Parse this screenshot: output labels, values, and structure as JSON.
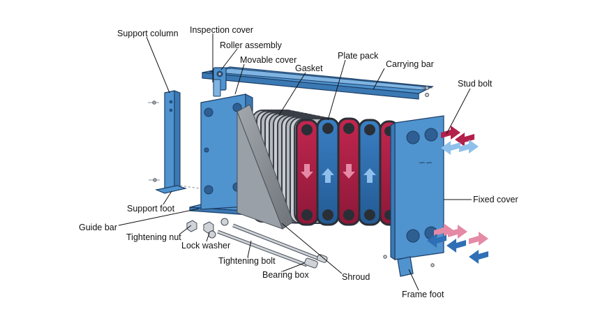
{
  "colors": {
    "steel": "#4f93cf",
    "hot_fluid": "#b3204a",
    "hot_fluid_light": "#e58aa6",
    "cold_fluid": "#2f6fb5",
    "cold_fluid_light": "#8fc0ec",
    "shroud": "#8a8f96",
    "gasket": "#3a3f47"
  },
  "labels": {
    "support_column": "Support column",
    "inspection_cover": "Inspection cover",
    "roller_assembly": "Roller assembly",
    "movable_cover": "Movable cover",
    "gasket": "Gasket",
    "plate_pack": "Plate pack",
    "carrying_bar": "Carrying bar",
    "stud_bolt": "Stud bolt",
    "fixed_cover": "Fixed cover",
    "support_foot": "Support foot",
    "guide_bar": "Guide bar",
    "tightening_nut": "Tightening nut",
    "lock_washer": "Lock washer",
    "tightening_bolt": "Tightening bolt",
    "bearing_box": "Bearing box",
    "shroud": "Shroud",
    "frame_foot": "Frame foot"
  },
  "logo_mark": "∽∽"
}
